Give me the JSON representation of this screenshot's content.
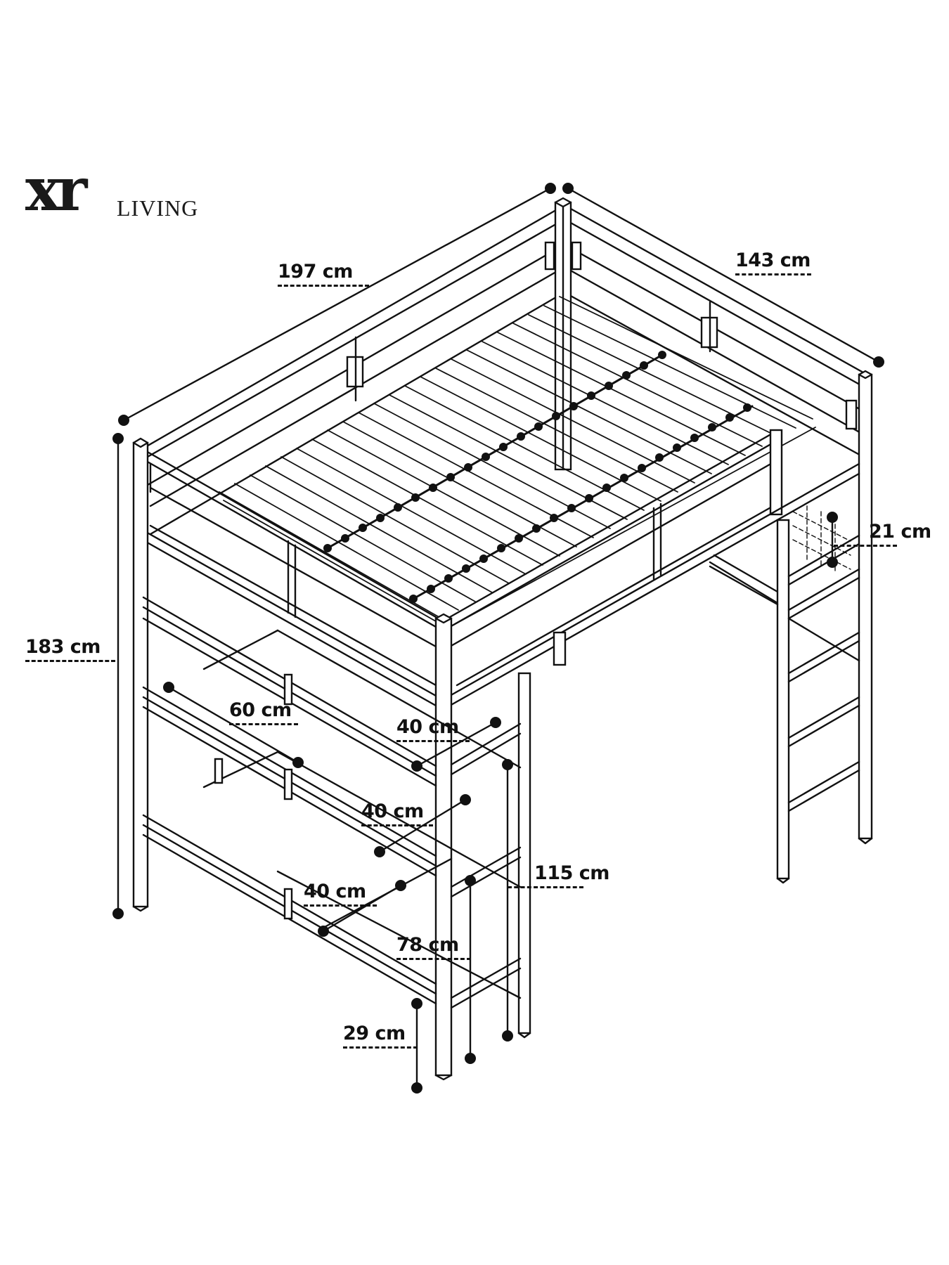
{
  "brand": {
    "logo_mark": "xr",
    "logo_word": "LIVING"
  },
  "product": {
    "description": "Loft bed with slatted base, guard rails, side ladder and three-tier shelf unit"
  },
  "dimensions": {
    "length": {
      "label": "197 cm",
      "value": 197,
      "unit": "cm"
    },
    "width": {
      "label": "143 cm",
      "value": 143,
      "unit": "cm"
    },
    "height": {
      "label": "183 cm",
      "value": 183,
      "unit": "cm"
    },
    "guard_rail_height": {
      "label": "21 cm",
      "value": 21,
      "unit": "cm"
    },
    "shelf_width": {
      "label": "60 cm",
      "value": 60,
      "unit": "cm"
    },
    "shelf_depth_top": {
      "label": "40 cm",
      "value": 40,
      "unit": "cm"
    },
    "shelf_depth_middle": {
      "label": "40 cm",
      "value": 40,
      "unit": "cm"
    },
    "shelf_depth_bottom": {
      "label": "40 cm",
      "value": 40,
      "unit": "cm"
    },
    "top_shelf_height": {
      "label": "115 cm",
      "value": 115,
      "unit": "cm"
    },
    "middle_shelf_height": {
      "label": "78 cm",
      "value": 78,
      "unit": "cm"
    },
    "bottom_shelf_height": {
      "label": "29 cm",
      "value": 29,
      "unit": "cm"
    }
  },
  "colors": {
    "line": "#111111",
    "background": "#ffffff"
  }
}
